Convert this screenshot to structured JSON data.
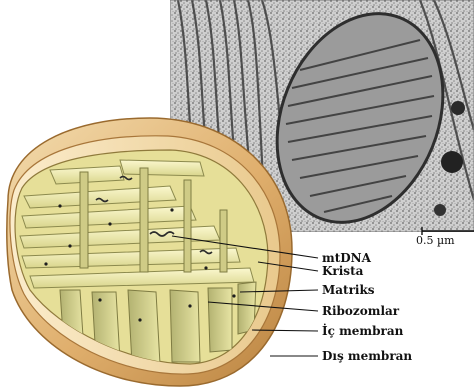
{
  "figure": {
    "micrograph": {
      "scale_bar_label": "0.5 µm"
    },
    "labels": [
      {
        "id": "mtdna",
        "text": "mtDNA"
      },
      {
        "id": "krista",
        "text": "Krista"
      },
      {
        "id": "matriks",
        "text": "Matriks"
      },
      {
        "id": "ribozomlar",
        "text": "Ribozomlar"
      },
      {
        "id": "ic-membran",
        "text": "İç membran"
      },
      {
        "id": "dis-membran",
        "text": "Dış membran"
      }
    ]
  },
  "colors": {
    "outer_membrane": "#d9a45e",
    "outer_membrane_light": "#f0d4a0",
    "cristae": "#f3efb0",
    "cristae_shadow": "#b5b77a",
    "matrix": "#e8e29a",
    "micrograph_dark": "#3a3a3a",
    "micrograph_light": "#d8d8d8"
  }
}
